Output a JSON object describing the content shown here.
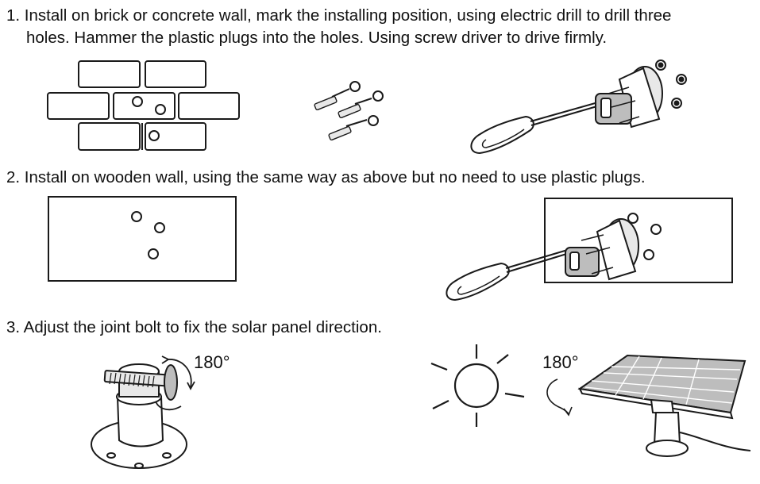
{
  "steps": {
    "step1_line1": "1. Install on brick or concrete wall, mark the installing position, using electric drill to drill three",
    "step1_line2": "holes. Hammer the plastic plugs into the holes. Using screw driver to drive firmly.",
    "step2": "2. Install on wooden wall, using the same way as above but no need to use plastic plugs.",
    "step3": "3. Adjust the joint bolt to fix the solar panel direction."
  },
  "labels": {
    "rotation_bolt": "180°",
    "rotation_panel": "180°"
  },
  "colors": {
    "line": "#1a1a1a",
    "fill_light": "#e8e8e8",
    "fill_mid": "#bdbdbd"
  }
}
